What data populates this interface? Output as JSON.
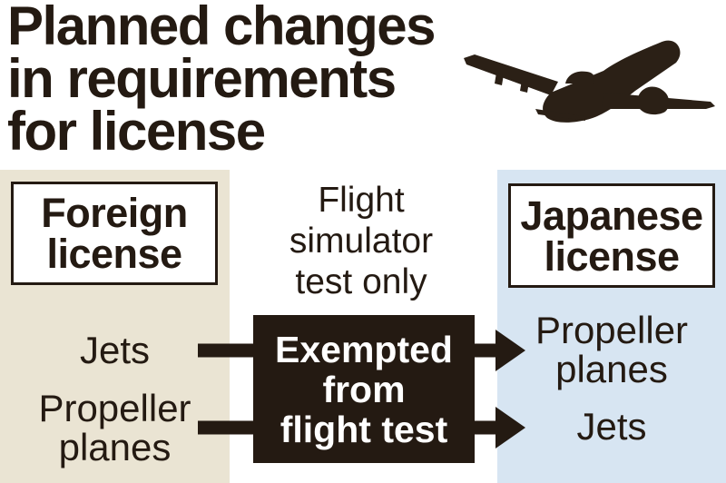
{
  "title": "Planned changes\nin requirements\nfor license",
  "icons": {
    "airplane": "airplane-silhouette"
  },
  "flow": {
    "source": {
      "header": "Foreign\nlicense",
      "items": [
        "Jets",
        "Propeller\nplanes"
      ]
    },
    "via": {
      "note": "Flight\nsimulator\ntest only",
      "box": "Exempted\nfrom\nflight test"
    },
    "target": {
      "header": "Japanese\nlicense",
      "items": [
        "Propeller\nplanes",
        "Jets"
      ]
    }
  },
  "colors": {
    "ink": "#241a12",
    "left_column_bg": "#eae4d3",
    "right_column_bg": "#d7e5f2",
    "box_bg": "#241a12",
    "box_text": "#ffffff"
  }
}
